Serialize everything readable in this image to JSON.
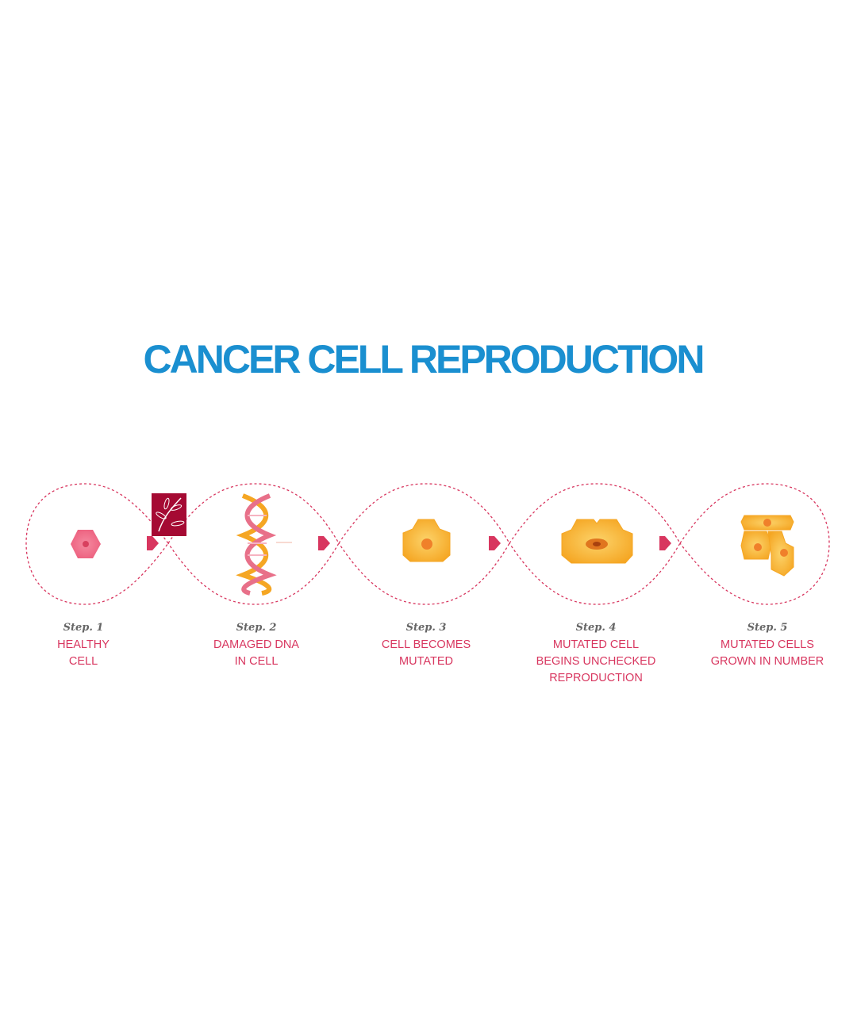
{
  "title": "CANCER CELL REPRODUCTION",
  "colors": {
    "title": "#1a8fd0",
    "accent": "#d8365f",
    "cell_orange": "#f7b733",
    "logo": "#a50a33"
  },
  "steps": [
    {
      "number": "Step. 1",
      "lines": [
        "HEALTHY",
        "CELL"
      ],
      "icon": "healthy-cell-icon"
    },
    {
      "number": "Step. 2",
      "lines": [
        "DAMAGED DNA",
        "IN CELL"
      ],
      "icon": "dna-icon"
    },
    {
      "number": "Step. 3",
      "lines": [
        "CELL BECOMES",
        "MUTATED"
      ],
      "icon": "mutated-cell-icon"
    },
    {
      "number": "Step. 4",
      "lines": [
        "MUTATED CELL",
        "BEGINS UNCHECKED",
        "REPRODUCTION"
      ],
      "icon": "dividing-cell-icon"
    },
    {
      "number": "Step. 5",
      "lines": [
        "MUTATED CELLS",
        "GROWN IN NUMBER"
      ],
      "icon": "cell-cluster-icon"
    }
  ]
}
